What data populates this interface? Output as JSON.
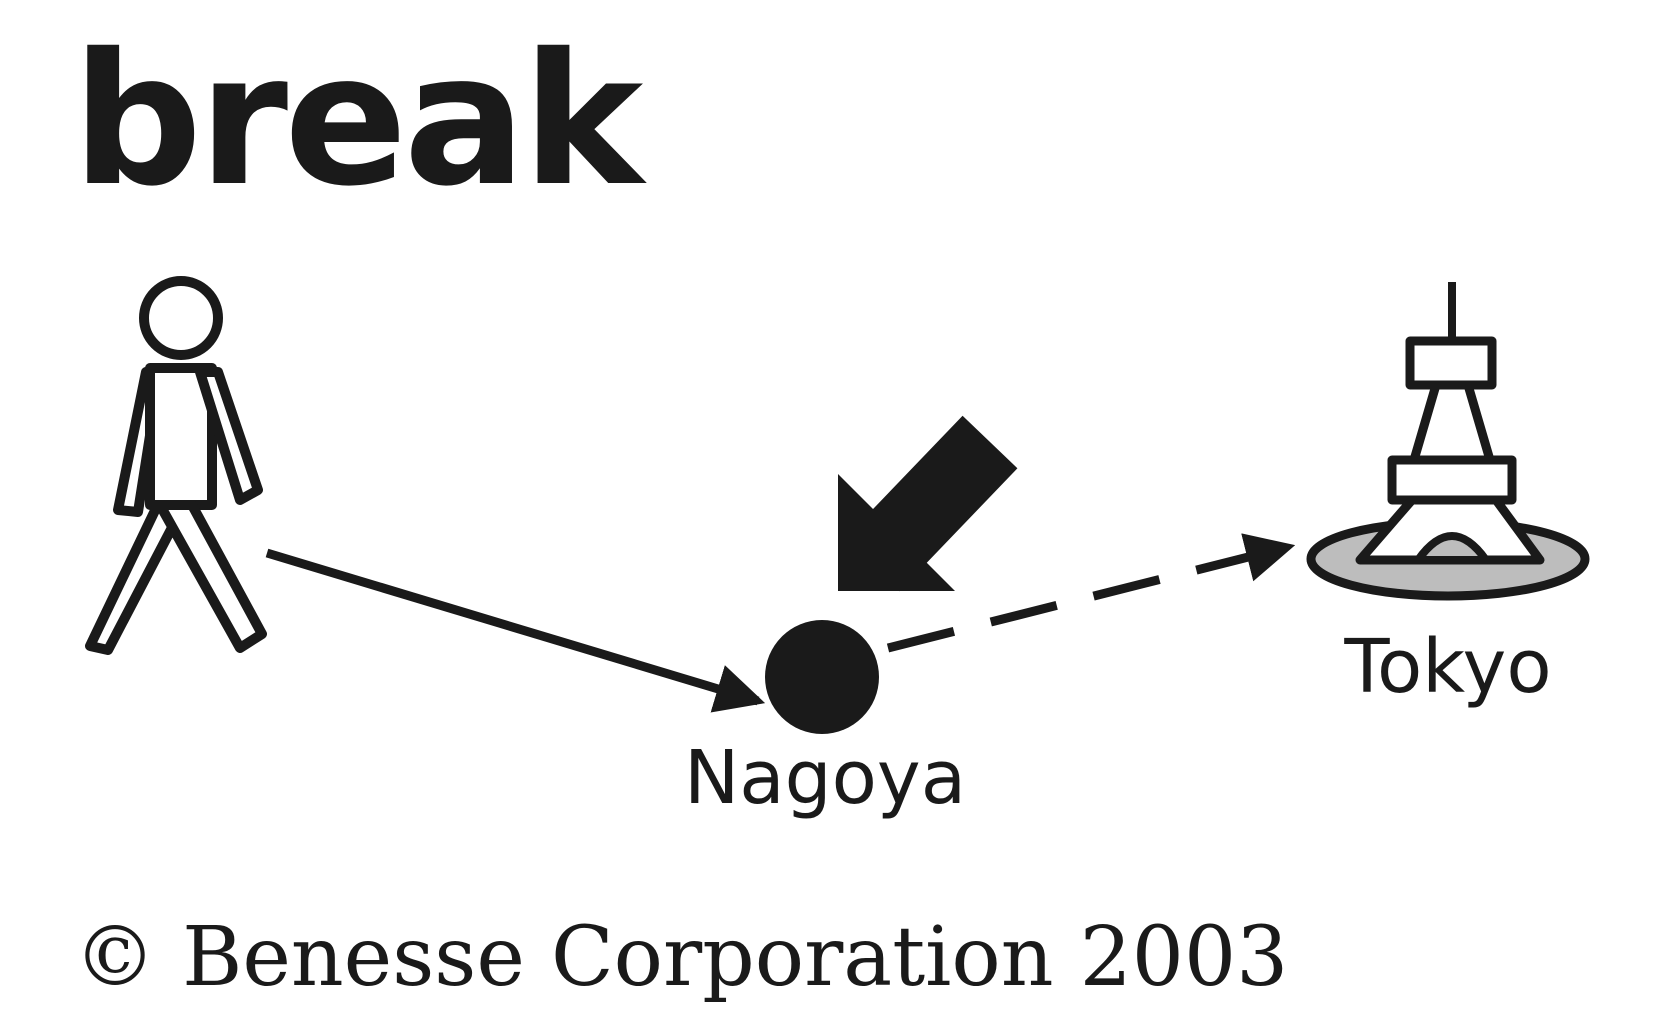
{
  "title": "break",
  "origin_label": "",
  "stop_label": "Nagoya",
  "destination_label": "Tokyo",
  "copyright": "© Benesse Corporation 2003",
  "colors": {
    "ink": "#1a1a1a",
    "background": "#ffffff",
    "tower_base_fill": "#bdbdbd"
  },
  "icons": [
    "walking-person-icon",
    "tokyo-tower-icon",
    "pointer-arrow-icon"
  ]
}
